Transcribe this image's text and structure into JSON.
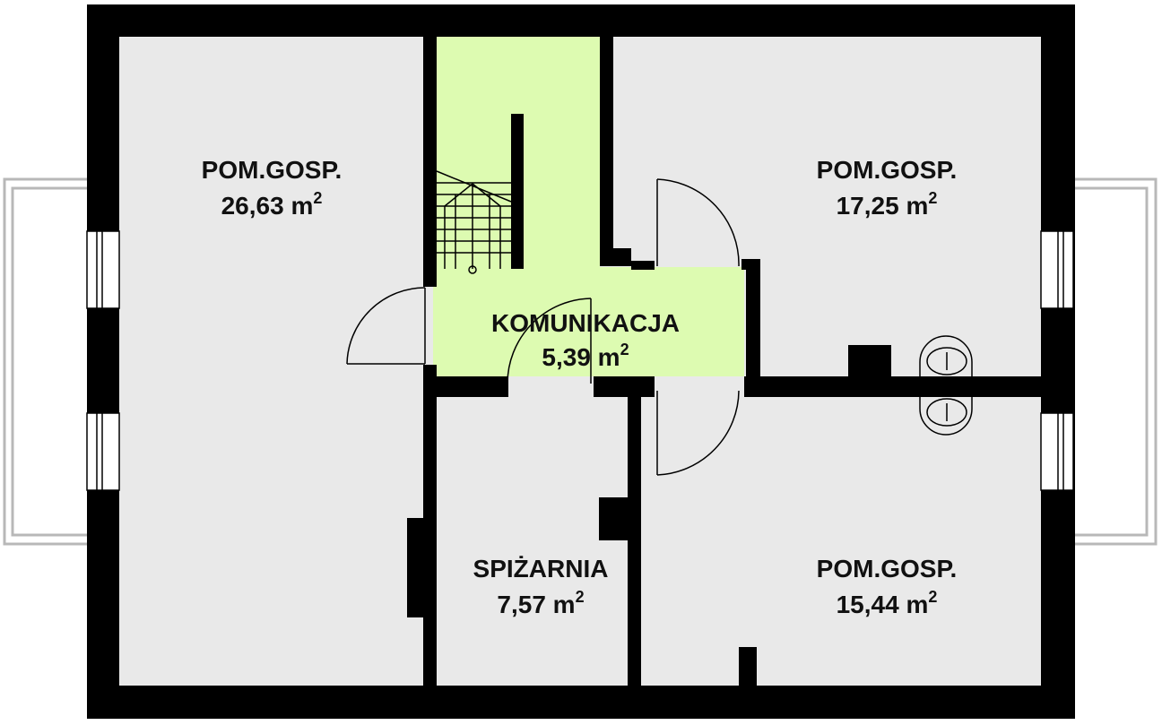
{
  "colors": {
    "wall": "#000000",
    "room_floor": "#e9e9e9",
    "communication_floor": "#ddfbb1",
    "balcony_frame": "#b8b8b8"
  },
  "rooms": [
    {
      "id": "room-left",
      "name": "POM.GOSP.",
      "area": "26,63",
      "unit": "m"
    },
    {
      "id": "room-top-right",
      "name": "POM.GOSP.",
      "area": "17,25",
      "unit": "m"
    },
    {
      "id": "communication",
      "name": "KOMUNIKACJA",
      "area": "5,39",
      "unit": "m"
    },
    {
      "id": "pantry",
      "name": "SPIŻARNIA",
      "area": "7,57",
      "unit": "m"
    },
    {
      "id": "room-bottom-right",
      "name": "POM.GOSP.",
      "area": "15,44",
      "unit": "m"
    }
  ],
  "area_exponent": "2"
}
